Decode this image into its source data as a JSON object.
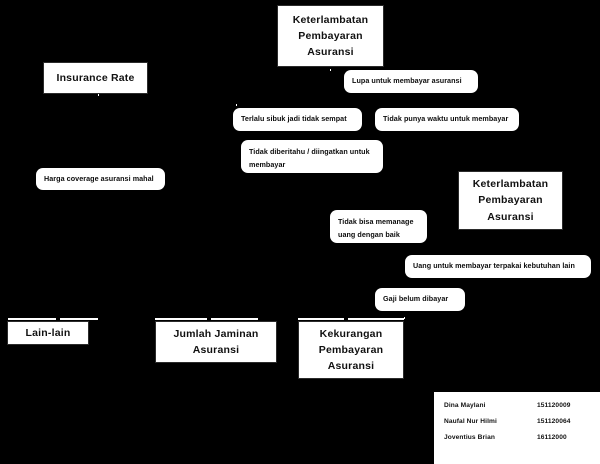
{
  "diagram": {
    "title": "Fishbone Diagram - Keterlambatan Pembayaran Asuransi",
    "background_color": "#000000",
    "box_color": "#ffffff",
    "text_color": "#111111"
  },
  "categories": [
    {
      "id": "keterlambatan-top",
      "lines": [
        "Keterlambatan",
        "Pembayaran",
        "Asuransi"
      ]
    },
    {
      "id": "insurance-rate",
      "lines": [
        "Insurance Rate"
      ]
    },
    {
      "id": "keterlambatan-right",
      "lines": [
        "Keterlambatan",
        "Pembayaran",
        "Asuransi"
      ]
    },
    {
      "id": "lain-lain",
      "lines": [
        "Lain-lain"
      ]
    },
    {
      "id": "jumlah-jaminan",
      "lines": [
        "Jumlah Jaminan",
        "Asuransi"
      ]
    },
    {
      "id": "kekurangan-pembayaran",
      "lines": [
        "Kekurangan",
        "Pembayaran",
        "Asuransi"
      ]
    }
  ],
  "causes": [
    {
      "id": "lupa-membayar",
      "lines": [
        "Lupa untuk membayar asuransi"
      ]
    },
    {
      "id": "terlalu-sibuk",
      "lines": [
        "Terlalu sibuk jadi tidak sempat"
      ]
    },
    {
      "id": "tidak-punya-waktu",
      "lines": [
        "Tidak punya waktu untuk membayar"
      ]
    },
    {
      "id": "tidak-diberitahu",
      "lines": [
        "Tidak diberitahu / diingatkan untuk",
        "membayar"
      ]
    },
    {
      "id": "harga-coverage",
      "lines": [
        "Harga coverage asuransi mahal"
      ]
    },
    {
      "id": "tidak-bisa-memanage",
      "lines": [
        "Tidak bisa memanage",
        "uang dengan baik"
      ]
    },
    {
      "id": "uang-terpakai",
      "lines": [
        "Uang untuk membayar terpakai kebutuhan lain"
      ]
    },
    {
      "id": "gaji-belum-dibayar",
      "lines": [
        "Gaji belum dibayar"
      ]
    }
  ],
  "members": [
    {
      "name": "Dina Maylani",
      "nim": "151120009"
    },
    {
      "name": "Naufal  Nur Hilmi",
      "nim": "151120064"
    },
    {
      "name": "Joventius Brian",
      "nim": "16112000"
    }
  ]
}
